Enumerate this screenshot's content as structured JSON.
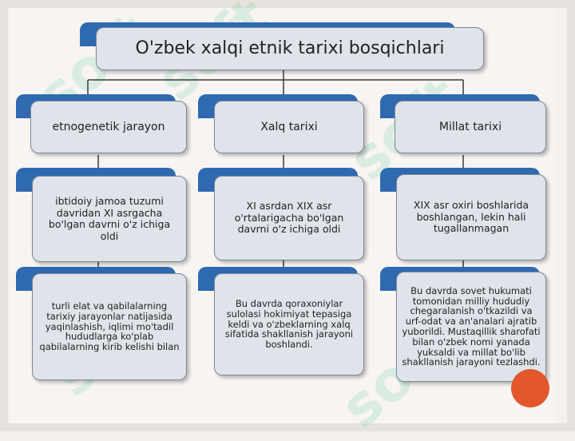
{
  "title": "O'zbek xalqi etnik tarixi bosqichlari",
  "columns": [
    {
      "heading": "etnogenetik jarayon",
      "description": "ibtidoiy jamoa tuzumi davridan XI asrgacha bo'lgan davrni o'z ichiga oldi",
      "details": "turli elat va qabilalarning tarixiy jarayonlar natijasida yaqinlashish, iqlimi mo'tadil hududlarga ko'plab qabilalarning kirib kelishi bilan"
    },
    {
      "heading": "Xalq tarixi",
      "description": "XI asrdan XIX asr o'rtalarigacha bo'lgan davrni o'z ichiga oldi",
      "details": "Bu davrda qoraxoniylar sulolasi hokimiyat tepasiga keldi va o'zbeklarning xalq sifatida shakllanish jarayoni boshlandi."
    },
    {
      "heading": "Millat tarixi",
      "description": "XIX asr oxiri boshlarida boshlangan, lekin hali tugallanmagan",
      "details": "Bu davrda sovet hukumati tomonidan milliy hududiy chegaralanish o'tkazildi va urf-odat va an'analari ajratib yuborildi. Mustaqillik sharofati bilan o'zbek nomi yanada yuksaldi va millat bo'lib shakllanish jarayoni tezlashdi."
    }
  ],
  "watermark": "soft",
  "colors": {
    "tab": "#2f6ab1",
    "box": "#dfe3ea",
    "accent": "#e3582b",
    "watermark": "#6cd1a0"
  }
}
